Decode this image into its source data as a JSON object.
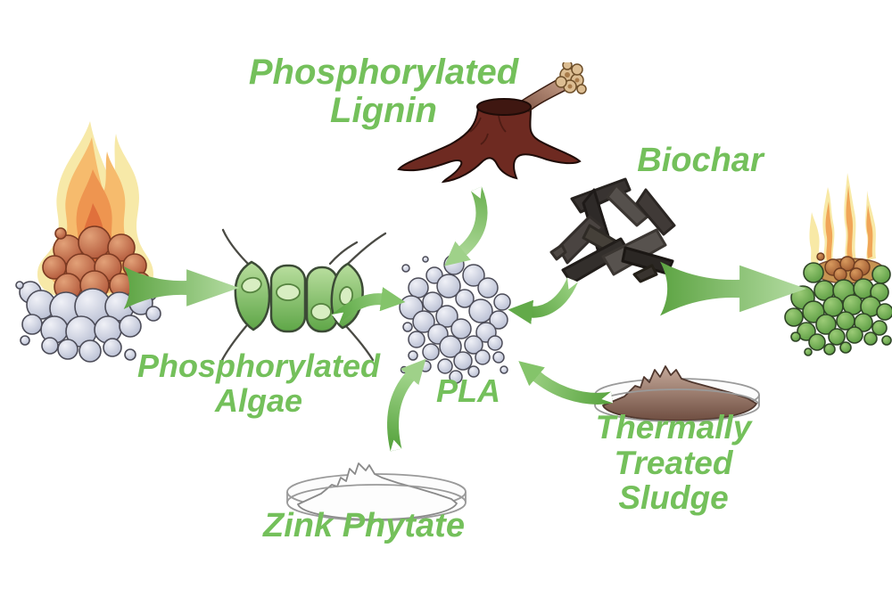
{
  "figure": {
    "type": "scientific-process-diagram",
    "labels": {
      "lignin_line1": "Phosphorylated",
      "lignin_line2": "Lignin",
      "biochar": "Biochar",
      "algae_line1": "Phosphorylated",
      "algae_line2": "Algae",
      "pla": "PLA",
      "zink_phytate": "Zink Phytate",
      "sludge_line1": "Thermally",
      "sludge_line2": "Treated",
      "sludge_line3": "Sludge"
    },
    "colors": {
      "label_green": "#74c05b",
      "arrow_green_dark": "#5da443",
      "arrow_green_light": "#b6dda4",
      "flame_yellow": "#f7e9a8",
      "flame_orange": "#f6bb6d",
      "flame_deep_orange": "#e0703c",
      "lignin_maroon": "#6e2a21",
      "biochar_dark": "#3a3533",
      "pla_sphere_gray": "#c5cada",
      "algae_cell_green": "#7bbf63",
      "sludge_brown": "#8d6a5d",
      "retarded_pla_green": "#6faf4f"
    },
    "icons": [
      "burning-pla-icon",
      "phosphorylated-algae-icon",
      "phosphorylated-lignin-stump-icon",
      "biochar-shards-icon",
      "pla-particle-cluster-icon",
      "zink-phytate-dish-icon",
      "thermally-treated-sludge-dish-icon",
      "flame-retardant-pla-icon",
      "process-arrow-icons"
    ]
  }
}
